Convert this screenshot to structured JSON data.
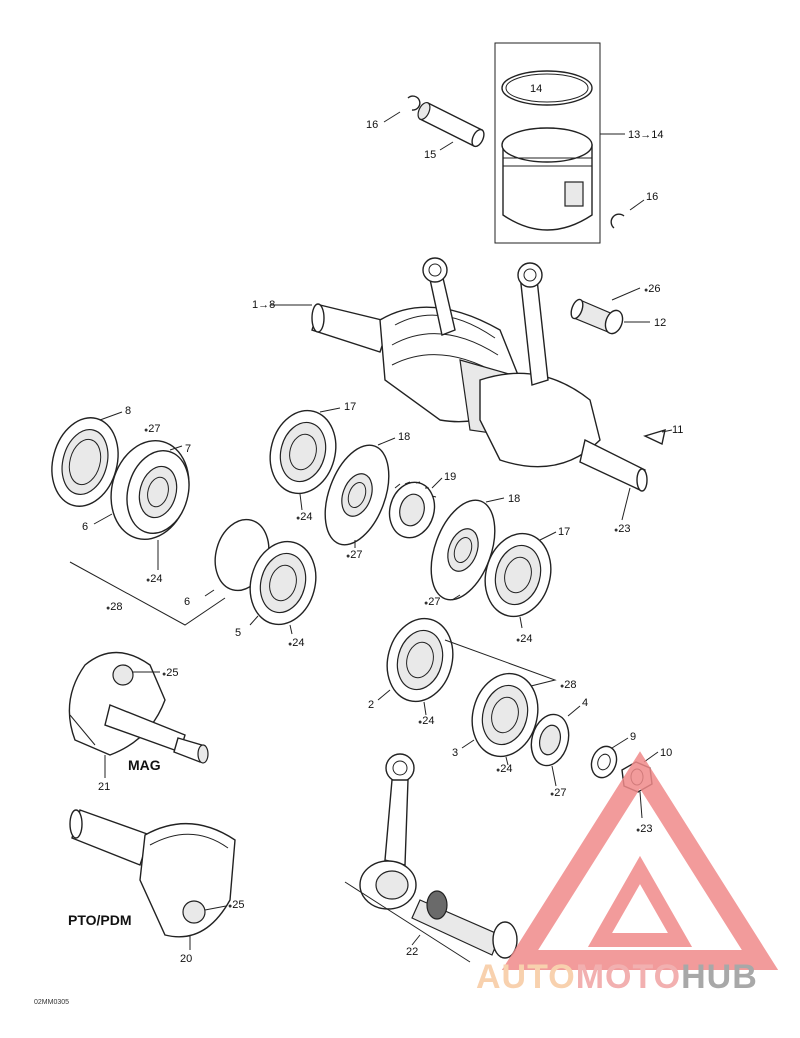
{
  "labels": {
    "l14_ring": "14",
    "l13": "13",
    "l14b": "14",
    "l16a": "16",
    "l15": "15",
    "l16b": "16",
    "l1": "1",
    "l8a": "8",
    "l26": "26",
    "l12": "12",
    "l8": "8",
    "l27a": "27",
    "l7": "7",
    "l6a": "6",
    "l24a": "24",
    "l28a": "28",
    "l17a": "17",
    "l24b": "24",
    "l18a": "18",
    "l27b": "27",
    "l19": "19",
    "l11": "11",
    "l23a": "23",
    "l6b": "6",
    "l5": "5",
    "l24c": "24",
    "l18b": "18",
    "l17b": "17",
    "l27c": "27",
    "l24d": "24",
    "l25a": "25",
    "l2": "2",
    "l28b": "28",
    "l24e": "24",
    "l4": "4",
    "l3": "3",
    "l24f": "24",
    "l27d": "27",
    "l9": "9",
    "l10": "10",
    "l23b": "23",
    "l21": "21",
    "l25b": "25",
    "l22": "22",
    "l20": "20"
  },
  "arrow_glyph": "→",
  "lube_glyph": "●",
  "mag_label": "MAG",
  "pto_label": "PTO/PDM",
  "figure_code": "02MM0305",
  "watermark": {
    "part1": "AUTO",
    "part2": "MOTO",
    "part3": "HUB",
    "color1": "#f7c9a0",
    "color2": "#f0a3a3",
    "color3": "#9a9a9a",
    "logo_color": "#f08a8a"
  }
}
